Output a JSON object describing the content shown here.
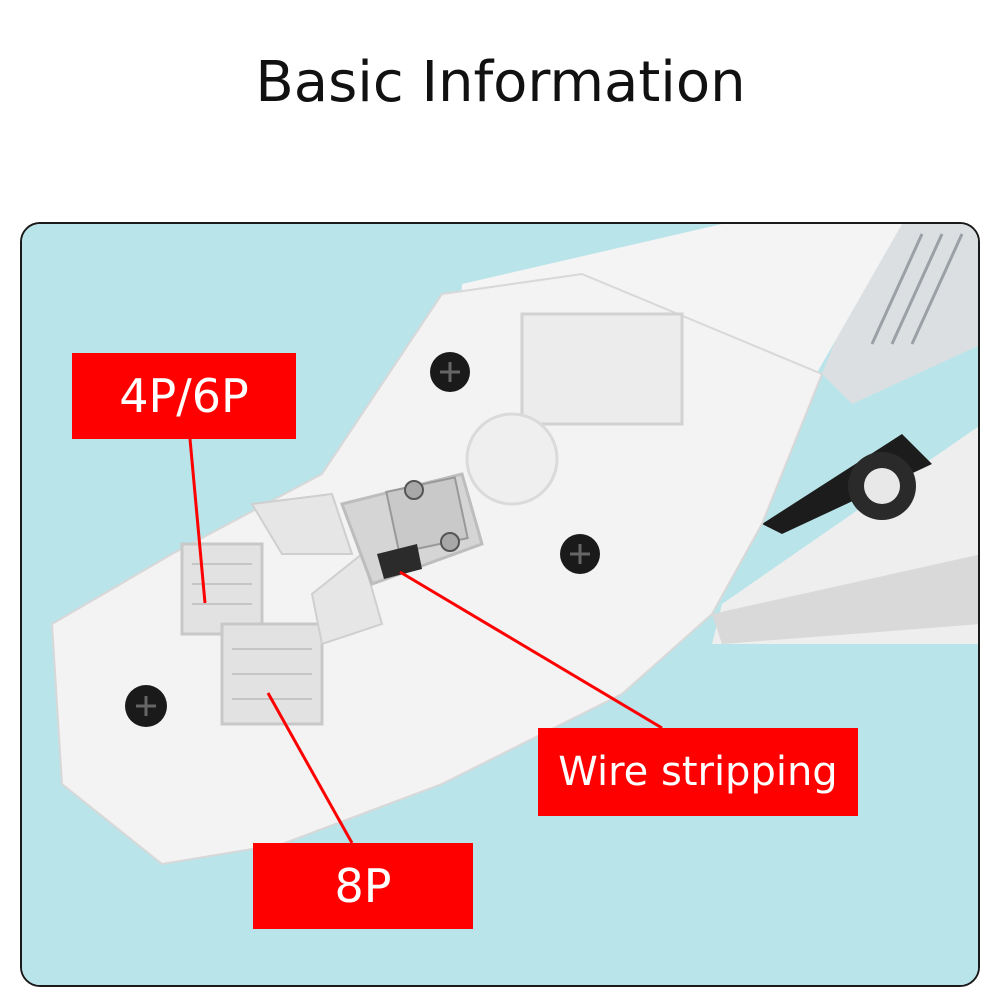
{
  "header": {
    "title": "Basic Information"
  },
  "labels": {
    "port_4p6p": "4P/6P",
    "wire_stripping": "Wire stripping",
    "port_8p": "8P"
  },
  "colors": {
    "background_photo": "#b9e4ea",
    "callout_red": "#ff0000",
    "tool_white": "#f2f2f2"
  }
}
